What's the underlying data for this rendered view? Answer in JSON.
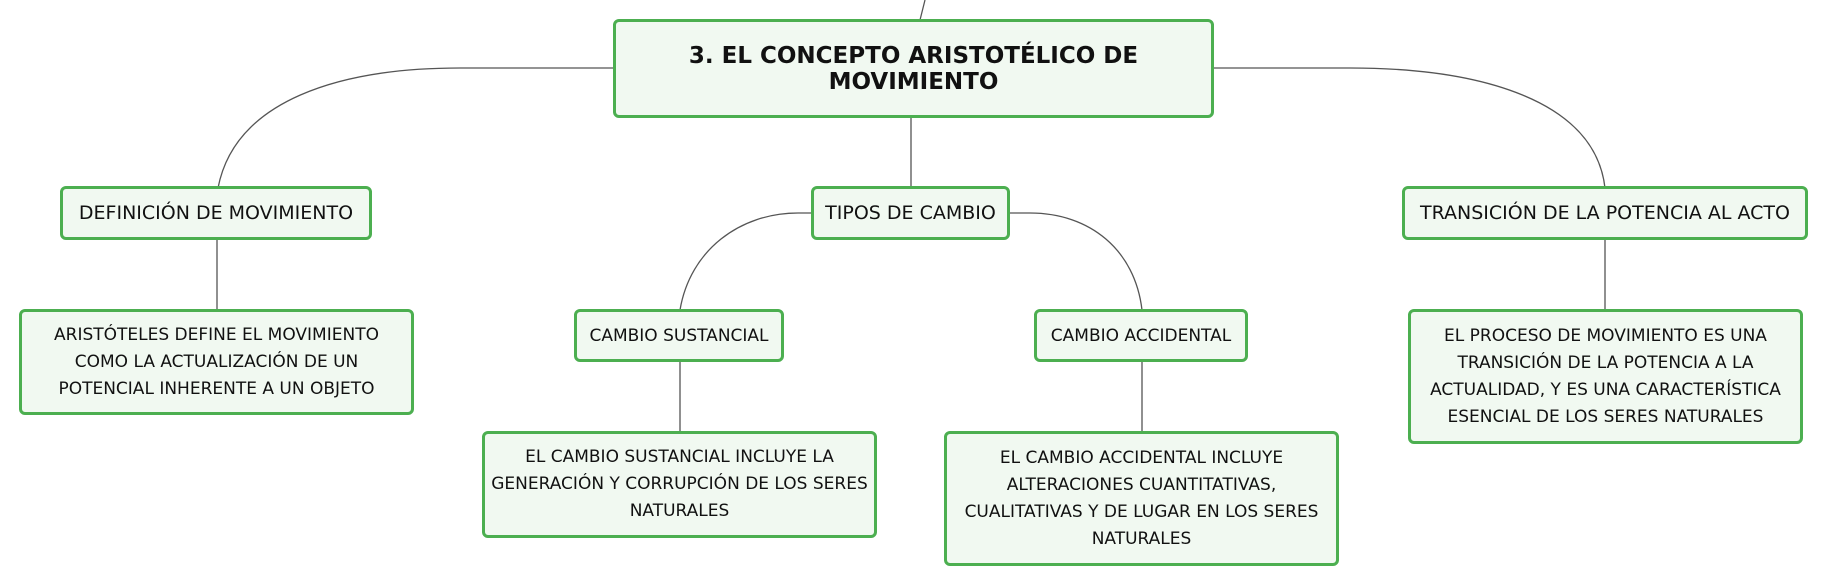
{
  "colors": {
    "node_border": "#4caf50",
    "node_fill": "#f1f9f1",
    "link": "#555555",
    "text": "#111111"
  },
  "root": {
    "label": "3. EL CONCEPTO ARISTOTÉLICO DE MOVIMIENTO"
  },
  "branches": {
    "definicion": {
      "label": "DEFINICIÓN DE MOVIMIENTO",
      "detail": "ARISTÓTELES DEFINE EL MOVIMIENTO COMO LA ACTUALIZACIÓN DE UN POTENCIAL INHERENTE A UN OBJETO"
    },
    "tipos": {
      "label": "TIPOS DE CAMBIO",
      "sustancial": {
        "label": "CAMBIO SUSTANCIAL",
        "detail": "EL CAMBIO SUSTANCIAL INCLUYE LA GENERACIÓN Y CORRUPCIÓN DE LOS SERES NATURALES"
      },
      "accidental": {
        "label": "CAMBIO ACCIDENTAL",
        "detail": "EL CAMBIO ACCIDENTAL INCLUYE ALTERACIONES CUANTITATIVAS, CUALITATIVAS Y DE LUGAR EN LOS SERES NATURALES"
      }
    },
    "transicion": {
      "label": "TRANSICIÓN DE LA POTENCIA AL ACTO",
      "detail": "EL PROCESO DE MOVIMIENTO ES UNA TRANSICIÓN DE LA POTENCIA A LA ACTUALIDAD, Y ES UNA CARACTERÍSTICA ESENCIAL DE LOS SERES NATURALES"
    }
  }
}
